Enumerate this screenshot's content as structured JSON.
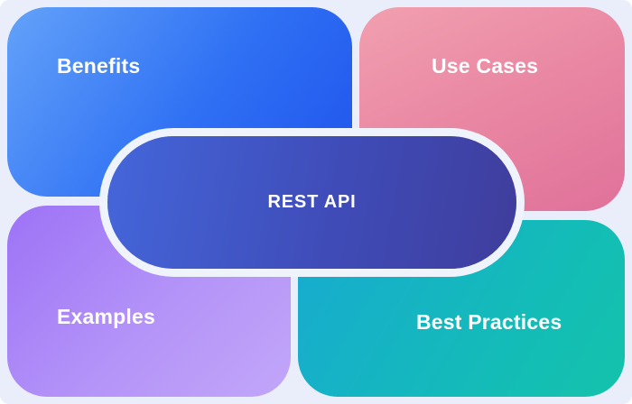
{
  "center": {
    "label": "REST API"
  },
  "nodes": {
    "benefits": {
      "label": "Benefits"
    },
    "use_cases": {
      "label": "Use Cases"
    },
    "examples": {
      "label": "Examples"
    },
    "best_practices": {
      "label": "Best Practices"
    }
  },
  "colors": {
    "background": "#e9eefa",
    "pill_ring": "#eff3fc",
    "benefits_gradient": [
      "#63a2f9",
      "#1f54ec"
    ],
    "use_cases_gradient": [
      "#f1a0b0",
      "#e0719a"
    ],
    "examples_gradient": [
      "#9d72f6",
      "#c2a6f9"
    ],
    "best_practices_gradient": [
      "#18aad1",
      "#14c2ab"
    ],
    "center_gradient": [
      "#4466da",
      "#3f3d9c"
    ],
    "label_text": "#ffffff"
  }
}
